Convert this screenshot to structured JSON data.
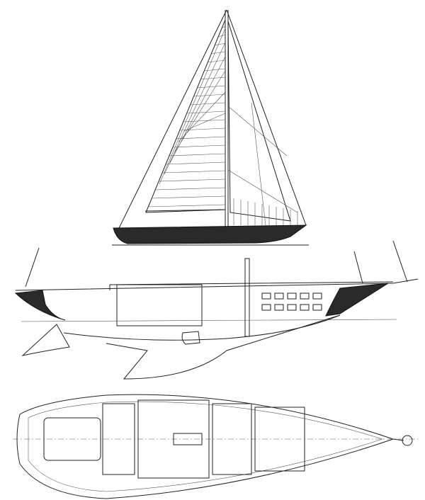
{
  "drawing": {
    "views": [
      "sail-plan",
      "inboard-profile",
      "accommodation-plan"
    ],
    "colors": {
      "line": "#222222",
      "fill": "#2a2a2a",
      "background": "#ffffff"
    }
  }
}
